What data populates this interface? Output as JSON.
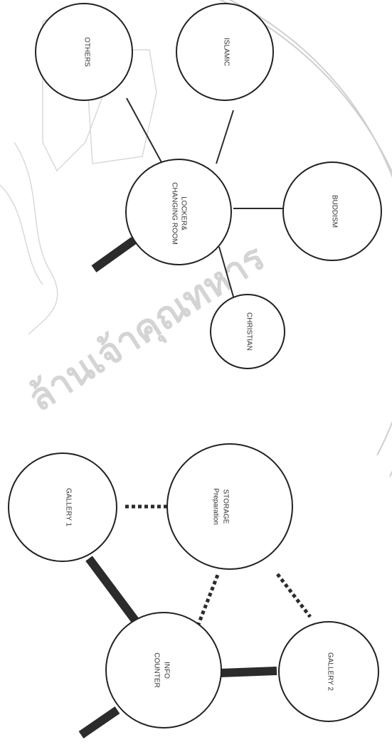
{
  "watermark": {
    "text": "ล้านเจ้าคุณทหาร"
  },
  "diagram_left": {
    "nodes": {
      "gallery1": [
        "GALLERY 1"
      ],
      "storage": [
        "STORAGE",
        "Preparation"
      ],
      "info": [
        "INFO",
        "COUNTER"
      ],
      "gallery2": [
        "GALLERY 2"
      ]
    },
    "connections": [
      {
        "from": "info",
        "to": "gallery1",
        "style": "thick"
      },
      {
        "from": "info",
        "to": "gallery2",
        "style": "thick"
      },
      {
        "from": "info",
        "to": "storage",
        "style": "dashed"
      },
      {
        "from": "gallery1",
        "to": "storage",
        "style": "dashed"
      },
      {
        "from": "gallery2",
        "to": "storage",
        "style": "dashed"
      },
      {
        "from": "info",
        "to": "outside",
        "style": "thick"
      }
    ]
  },
  "diagram_right": {
    "nodes": {
      "others": [
        "OTHERS"
      ],
      "islamic": [
        "ISLAMIC"
      ],
      "locker": [
        "LOCKER&",
        "CHANGING ROOM"
      ],
      "buddism": [
        "BUDDISM"
      ],
      "christian": [
        "CHRISTIAN"
      ]
    },
    "connections": [
      {
        "from": "locker",
        "to": "others",
        "style": "thin"
      },
      {
        "from": "locker",
        "to": "islamic",
        "style": "thin"
      },
      {
        "from": "locker",
        "to": "buddism",
        "style": "thin"
      },
      {
        "from": "locker",
        "to": "christian",
        "style": "thin"
      },
      {
        "from": "locker",
        "to": "outside",
        "style": "thick"
      }
    ]
  },
  "colors": {
    "line": "#2b2b2b",
    "watermark": "#d0d0d0"
  }
}
